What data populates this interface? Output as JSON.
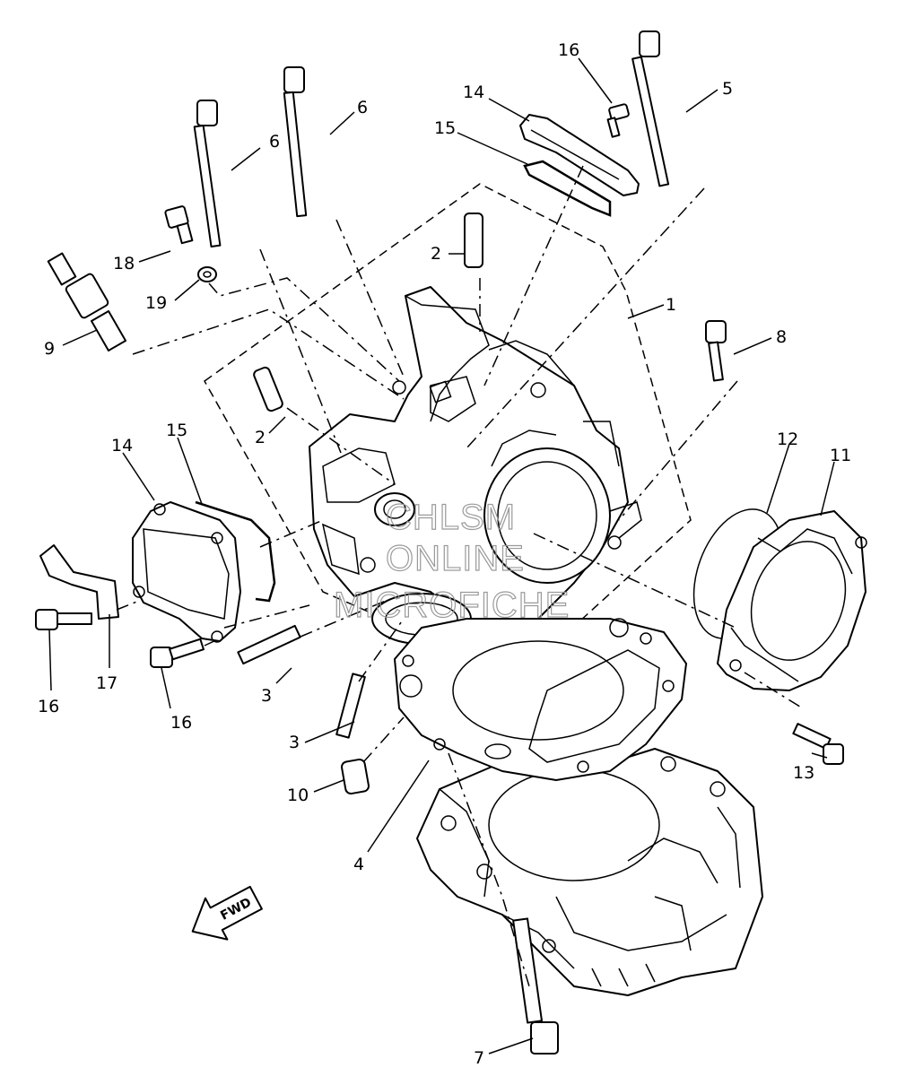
{
  "diagram": {
    "callouts": [
      {
        "id": "c1",
        "text": "1"
      },
      {
        "id": "c2a",
        "text": "2"
      },
      {
        "id": "c2b",
        "text": "2"
      },
      {
        "id": "c3a",
        "text": "3"
      },
      {
        "id": "c3b",
        "text": "3"
      },
      {
        "id": "c4",
        "text": "4"
      },
      {
        "id": "c5",
        "text": "5"
      },
      {
        "id": "c6a",
        "text": "6"
      },
      {
        "id": "c6b",
        "text": "6"
      },
      {
        "id": "c7",
        "text": "7"
      },
      {
        "id": "c8",
        "text": "8"
      },
      {
        "id": "c9",
        "text": "9"
      },
      {
        "id": "c10",
        "text": "10"
      },
      {
        "id": "c11",
        "text": "11"
      },
      {
        "id": "c12",
        "text": "12"
      },
      {
        "id": "c13",
        "text": "13"
      },
      {
        "id": "c14a",
        "text": "14"
      },
      {
        "id": "c14b",
        "text": "14"
      },
      {
        "id": "c15a",
        "text": "15"
      },
      {
        "id": "c15b",
        "text": "15"
      },
      {
        "id": "c16a",
        "text": "16"
      },
      {
        "id": "c16b",
        "text": "16"
      },
      {
        "id": "c16c",
        "text": "16"
      },
      {
        "id": "c17",
        "text": "17"
      },
      {
        "id": "c18",
        "text": "18"
      },
      {
        "id": "c19",
        "text": "19"
      }
    ],
    "direction_arrow": {
      "label": "FWD"
    },
    "watermark": {
      "lines": [
        "CHLSM",
        "ONLINE",
        "MICROFICHE"
      ],
      "color": "#9a9a9a"
    }
  }
}
